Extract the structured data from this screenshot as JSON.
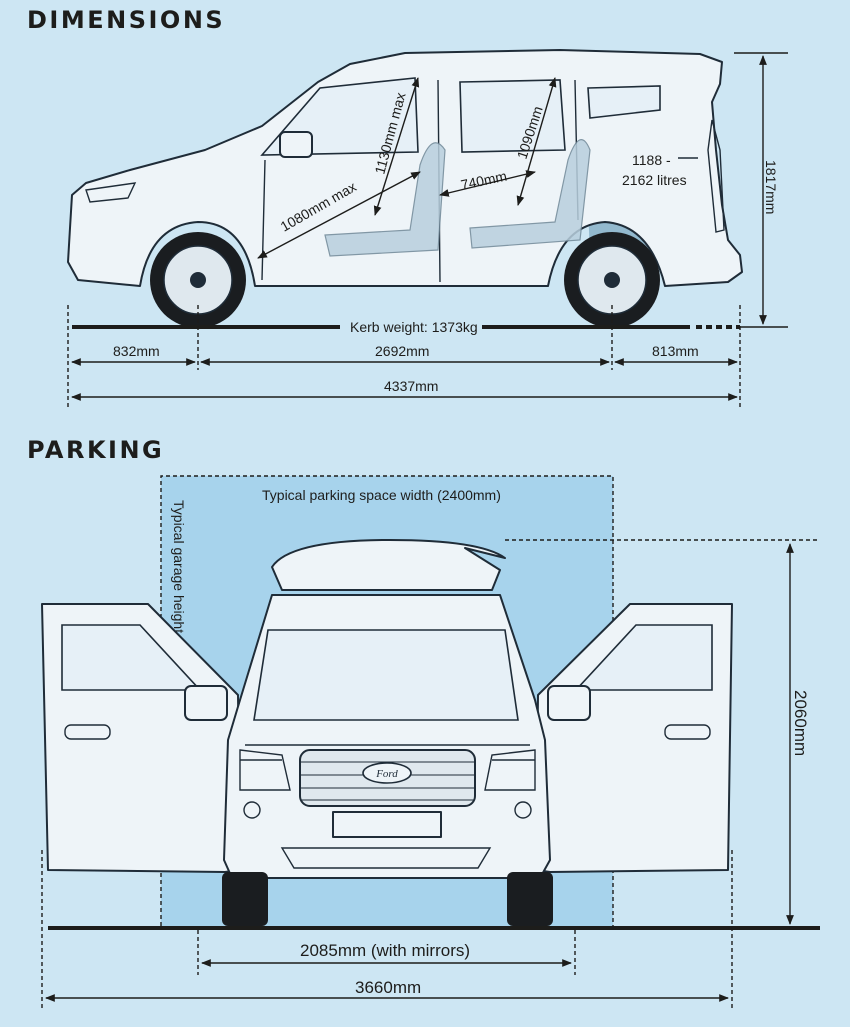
{
  "headings": {
    "dimensions": "DIMENSIONS",
    "parking": "PARKING"
  },
  "side_view": {
    "height": "1817mm",
    "kerb_weight": "Kerb weight: 1373kg",
    "front_overhang": "832mm",
    "wheelbase": "2692mm",
    "rear_overhang": "813mm",
    "length": "4337mm",
    "front_headroom": "1130mm max",
    "front_legroom": "1080mm max",
    "rear_headroom": "1090mm",
    "rear_legroom": "740mm",
    "boot_min": "1188 -",
    "boot_max": "2162 litres"
  },
  "front_view": {
    "parking_space": "Typical parking space width (2400mm)",
    "garage_height": "Typical garage height",
    "height": "2060mm",
    "width_mirrors": "2085mm (with mirrors)",
    "width_doors_open": "3660mm",
    "badge": "Ford"
  },
  "colors": {
    "background": "#cde6f3",
    "parking_zone": "#a7d3ec",
    "boot_zone": "#7fa9c1",
    "ink": "#1d1d1b"
  }
}
